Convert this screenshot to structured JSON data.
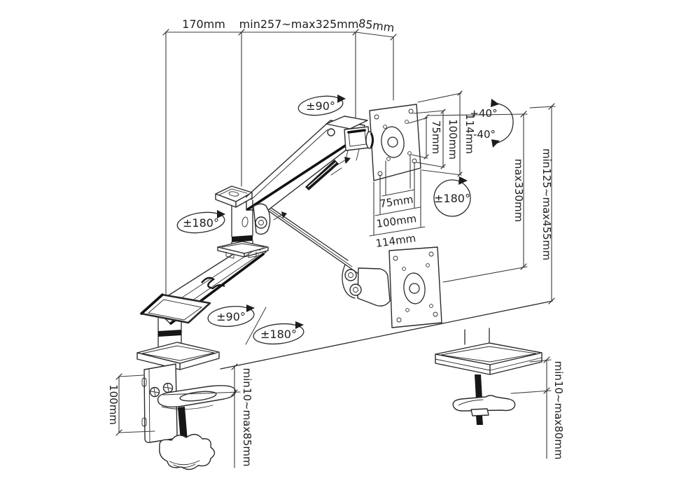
{
  "diagram": {
    "type": "monitor-arm-dimension-drawing",
    "background": "#ffffff",
    "line_color": "#2b2b2b",
    "top_dims": {
      "left": "170mm",
      "middle": "min257~max325mm",
      "right": "85mm"
    },
    "rotations": {
      "head_swivel": "±90°",
      "riser_swivel": "±180°",
      "monitor_rotate": "±180°",
      "base_rotate_90": "±90°",
      "base_rotate_180": "±180°"
    },
    "tilt": {
      "up": "+40°",
      "down": "-40°"
    },
    "vesa_side": {
      "d75": "75mm",
      "d100": "100mm",
      "d114": "114mm"
    },
    "vesa_bottom": {
      "d75": "75mm",
      "d100": "100mm",
      "d114": "114mm"
    },
    "heights": {
      "lift": "max330mm",
      "range": "min125~max455mm"
    },
    "clamp": {
      "height": "100mm",
      "range": "min10~max85mm"
    },
    "grommet": {
      "range": "min10~max80mm"
    }
  }
}
